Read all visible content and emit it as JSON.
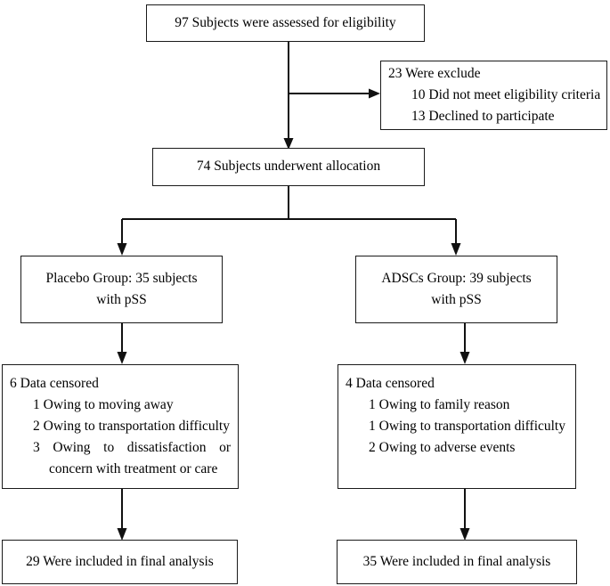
{
  "diagram": {
    "title": "CONSORT participant flow diagram",
    "type": "flowchart",
    "stroke_color": "#111111",
    "box_border_color": "#1a1a1a",
    "background_color": "#ffffff",
    "nodes": {
      "enrollment": {
        "text": "97 Subjects were assessed for eligibility",
        "count": 97
      },
      "excluded": {
        "heading": "23 Were exclude",
        "count": 23,
        "reasons": [
          "10 Did not meet eligibility criteria",
          "13 Declined to participate"
        ]
      },
      "allocation": {
        "text": "74 Subjects underwent allocation",
        "count": 74
      },
      "placebo_group": {
        "line1": "Placebo Group: 35 subjects",
        "line2": "with pSS",
        "count": 35
      },
      "adscs_group": {
        "line1": "ADSCs Group: 39 subjects",
        "line2": "with pSS",
        "count": 39
      },
      "placebo_censored": {
        "heading": "6 Data censored",
        "count": 6,
        "reasons": [
          "1 Owing to moving away",
          "2 Owing to transportation difficulty",
          "3 Owing to dissatisfaction or concern with treatment or care"
        ]
      },
      "adscs_censored": {
        "heading": "4 Data censored",
        "count": 4,
        "reasons": [
          "1 Owing to family reason",
          "1 Owing to transportation difficulty",
          "2 Owing to adverse events"
        ]
      },
      "placebo_analysis": {
        "text": "29 Were included in final analysis",
        "count": 29
      },
      "adscs_analysis": {
        "text": "35 Were included in final analysis",
        "count": 35
      }
    }
  }
}
